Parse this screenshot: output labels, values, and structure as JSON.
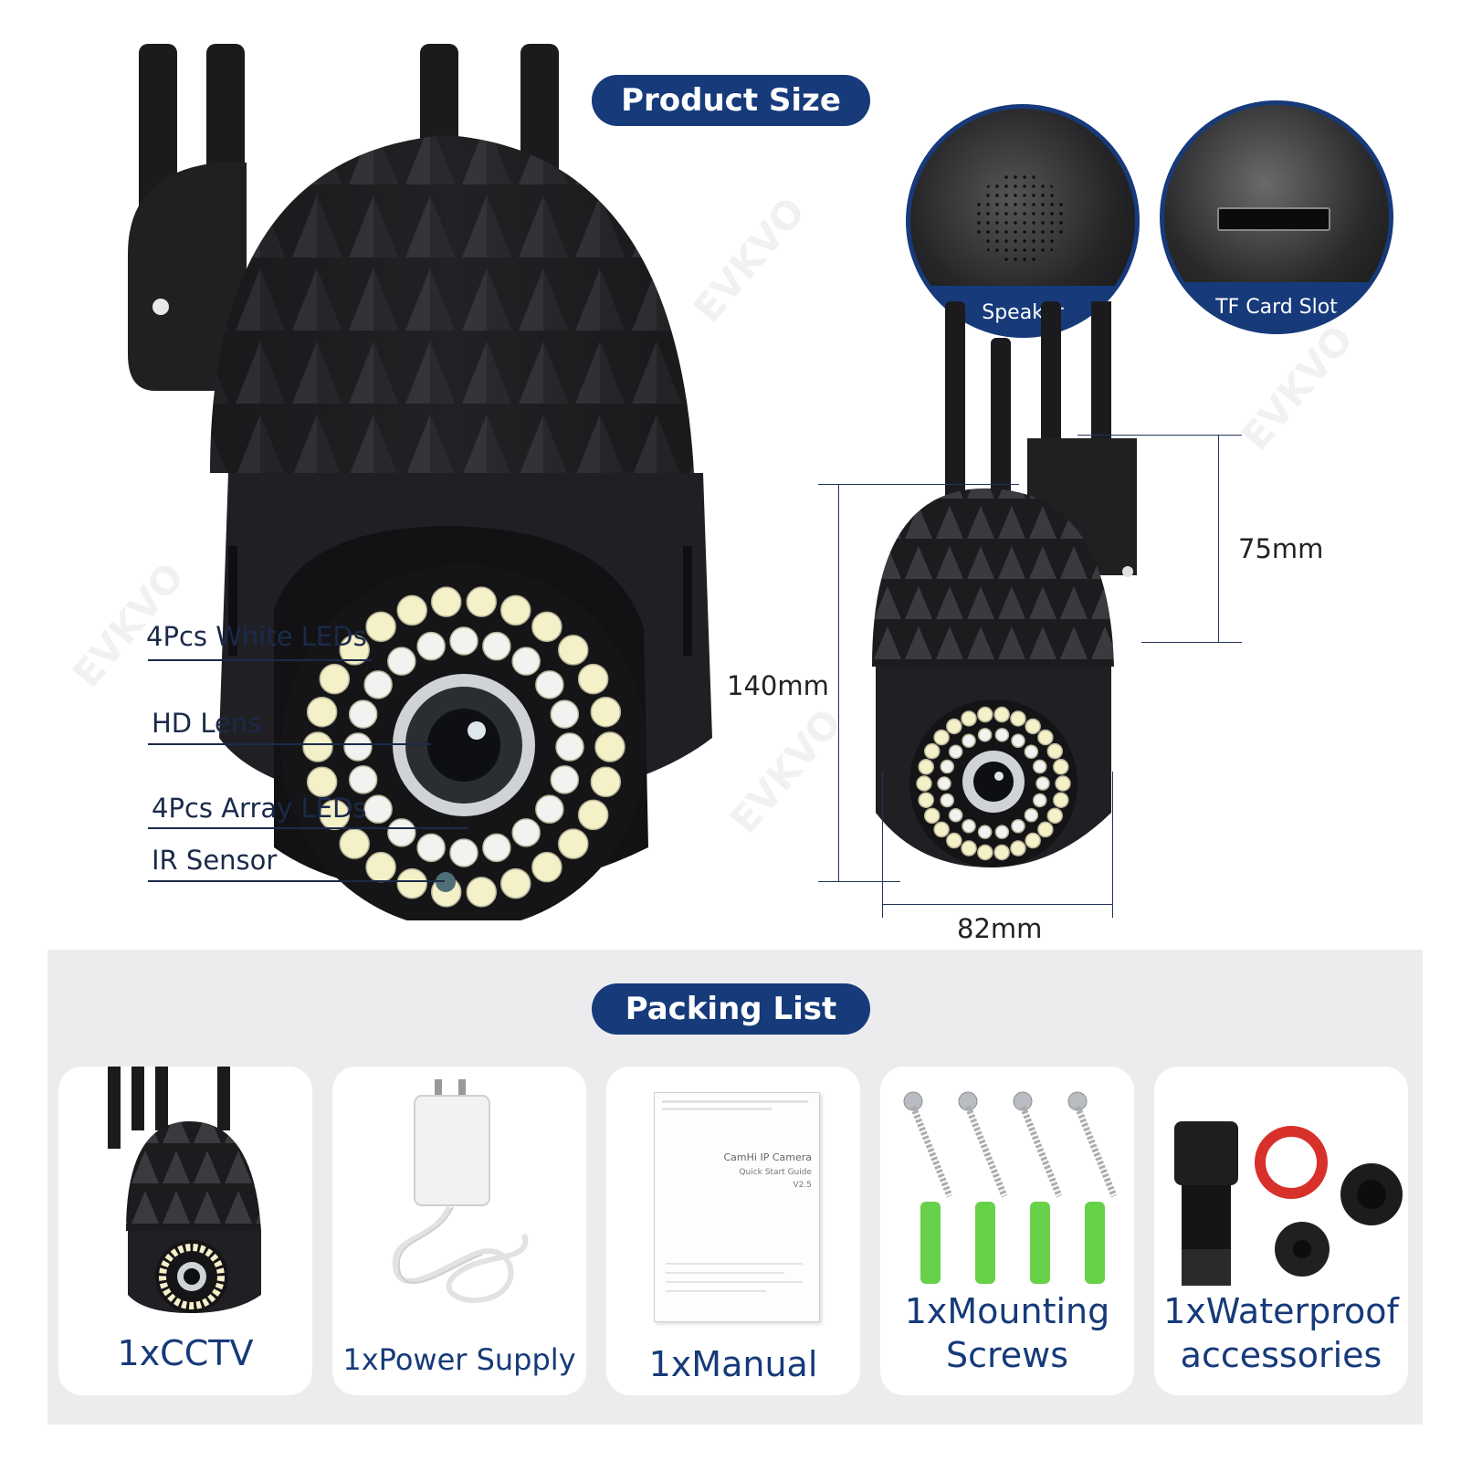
{
  "product_size": {
    "title": "Product Size",
    "callouts": {
      "white_leds": "4Pcs White LEDs",
      "hd_lens": "HD Lens",
      "array_leds": "4Pcs Array LEDs",
      "ir_sensor": "IR Sensor"
    },
    "details": {
      "speaker": "Speaker",
      "tf_card_slot": "TF Card Slot"
    },
    "dimensions": {
      "height": "140mm",
      "width": "82mm",
      "antenna": "75mm"
    }
  },
  "packing_list": {
    "title": "Packing List",
    "items": [
      {
        "label": "1xCCTV"
      },
      {
        "label": "1xPower Supply"
      },
      {
        "label": "1xManual"
      },
      {
        "label_line1": "1xMounting",
        "label_line2": "Screws"
      },
      {
        "label_line1": "1xWaterproof",
        "label_line2": "accessories"
      }
    ],
    "manual_cover": {
      "line1": "CamHi IP Camera",
      "line2": "Quick Start Guide",
      "line3": "V2.5"
    }
  },
  "watermark": "EVKVO",
  "colors": {
    "accent": "#163a7a",
    "camera_body": "#1f1f22",
    "led": "#f4f1c9"
  }
}
